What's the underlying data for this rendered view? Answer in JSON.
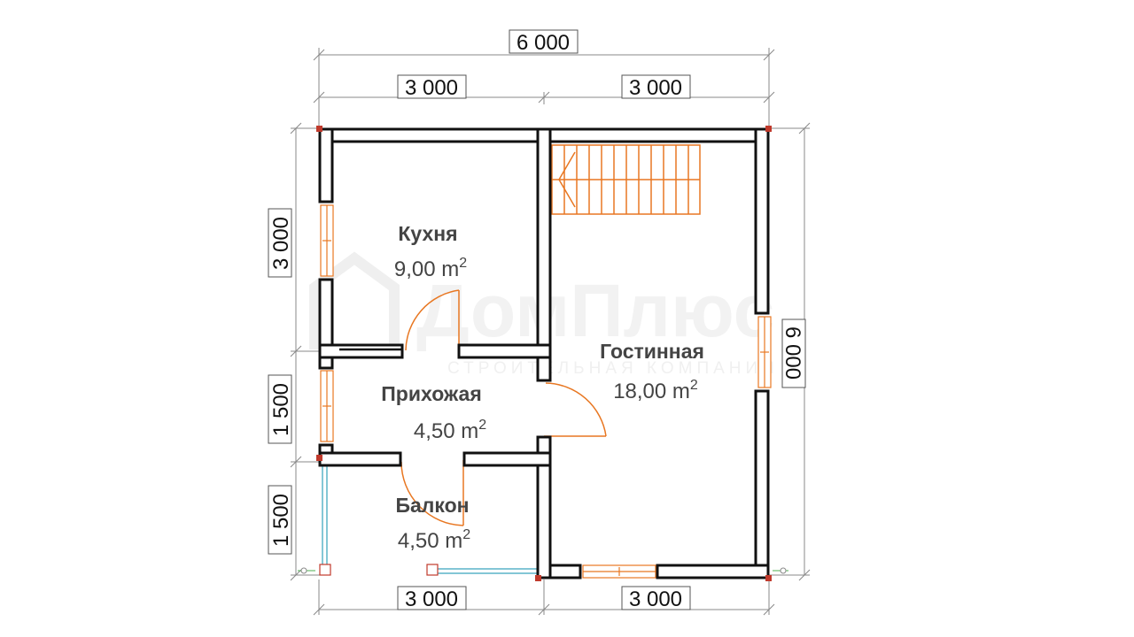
{
  "dimensions": {
    "top_total": "6 000",
    "top_left": "3 000",
    "top_right": "3 000",
    "bottom_left": "3 000",
    "bottom_right": "3 000",
    "left_upper": "3 000",
    "left_middle": "1 500",
    "left_lower": "1 500",
    "right_total": "6 000"
  },
  "rooms": {
    "kitchen": {
      "name": "Кухня",
      "area": "9,00 m",
      "area_sup": "2"
    },
    "living": {
      "name": "Гостинная",
      "area": "18,00 m",
      "area_sup": "2"
    },
    "hall": {
      "name": "Прихожая",
      "area": "4,50 m",
      "area_sup": "2"
    },
    "balcony": {
      "name": "Балкон",
      "area": "4,50 m",
      "area_sup": "2"
    }
  },
  "watermark": {
    "brand": "ДомПлюс",
    "tagline": "СТРОИТЕЛЬНАЯ КОМПАНИЯ"
  },
  "colors": {
    "wall": "#111111",
    "wall_fill": "#ffffff",
    "door": "#e87722",
    "stairs": "#e87722",
    "railing": "#5ab4c8",
    "corner": "#c0392b"
  }
}
